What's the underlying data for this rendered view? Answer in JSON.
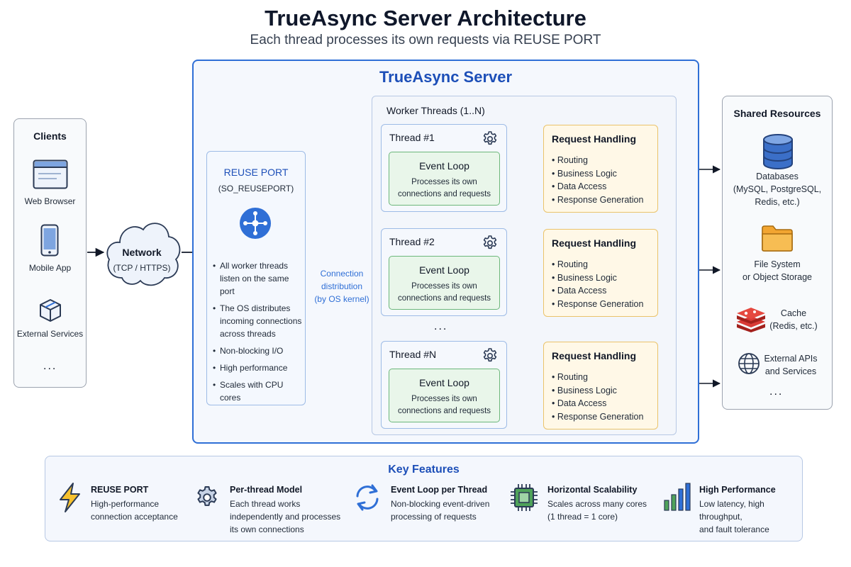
{
  "title": "TrueAsync Server Architecture",
  "subtitle": "Each thread processes its own requests via REUSE PORT",
  "server_title": "TrueAsync Server",
  "clients": {
    "title": "Clients",
    "items": [
      "Web Browser",
      "Mobile App",
      "External Services"
    ],
    "more": "..."
  },
  "network": {
    "title": "Network",
    "subtitle": "(TCP / HTTPS)"
  },
  "reuse_port": {
    "title": "REUSE PORT",
    "subtitle": "(SO_REUSEPORT)",
    "bullets": [
      "All worker threads listen on the same port",
      "The OS distributes incoming connections across threads",
      "Non-blocking I/O",
      "High performance",
      "Scales with CPU cores"
    ]
  },
  "connection_label": {
    "line1": "Connection",
    "line2": "distribution",
    "line3": "(by OS kernel)"
  },
  "workers": {
    "title": "Worker Threads (1..N)",
    "more": "...",
    "threads": [
      {
        "title": "Thread #1",
        "event_loop": "Event Loop",
        "desc1": "Processes its own",
        "desc2": "connections and requests"
      },
      {
        "title": "Thread #2",
        "event_loop": "Event Loop",
        "desc1": "Processes its own",
        "desc2": "connections and requests"
      },
      {
        "title": "Thread #N",
        "event_loop": "Event Loop",
        "desc1": "Processes its own",
        "desc2": "connections and requests"
      }
    ]
  },
  "request_handling": {
    "title": "Request Handling",
    "items": [
      "Routing",
      "Business Logic",
      "Data Access",
      "Response Generation"
    ]
  },
  "shared": {
    "title": "Shared Resources",
    "databases": {
      "line1": "Databases",
      "line2": "(MySQL, PostgreSQL,",
      "line3": "Redis, etc.)"
    },
    "filesystem": {
      "line1": "File System",
      "line2": "or Object Storage"
    },
    "cache": {
      "line1": "Cache",
      "line2": "(Redis, etc.)"
    },
    "external": {
      "line1": "External APIs",
      "line2": "and Services"
    },
    "more": "..."
  },
  "key_features": {
    "title": "Key Features",
    "items": [
      {
        "icon": "lightning-icon",
        "title": "REUSE PORT",
        "desc1": "High-performance",
        "desc2": "connection acceptance",
        "desc3": ""
      },
      {
        "icon": "gear-icon",
        "title": "Per-thread Model",
        "desc1": "Each thread works",
        "desc2": "independently and processes",
        "desc3": "its own connections"
      },
      {
        "icon": "refresh-icon",
        "title": "Event Loop per Thread",
        "desc1": "Non-blocking event-driven",
        "desc2": "processing of requests",
        "desc3": ""
      },
      {
        "icon": "cpu-icon",
        "title": "Horizontal Scalability",
        "desc1": "Scales across many cores",
        "desc2": "(1 thread = 1 core)",
        "desc3": ""
      },
      {
        "icon": "bar-chart-icon",
        "title": "High Performance",
        "desc1": "Low latency, high throughput,",
        "desc2": "and fault tolerance",
        "desc3": ""
      }
    ]
  },
  "colors": {
    "accent_blue": "#2f6fd6",
    "event_loop_green": "#6cb77a",
    "request_orange": "#eac36a",
    "cache_red": "#d93a35",
    "folder_orange": "#f2a531"
  }
}
